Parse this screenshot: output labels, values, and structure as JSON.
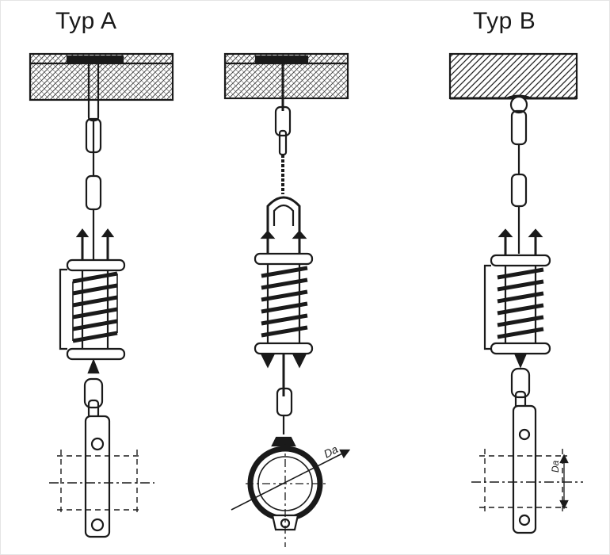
{
  "labels": {
    "type_a": "Typ A",
    "type_b": "Typ B"
  },
  "dimensions": {
    "pipe_diameter": "Da",
    "clamp_dimension": "Da"
  },
  "colors": {
    "ink": "#1a1a1a",
    "paper": "#ffffff"
  }
}
